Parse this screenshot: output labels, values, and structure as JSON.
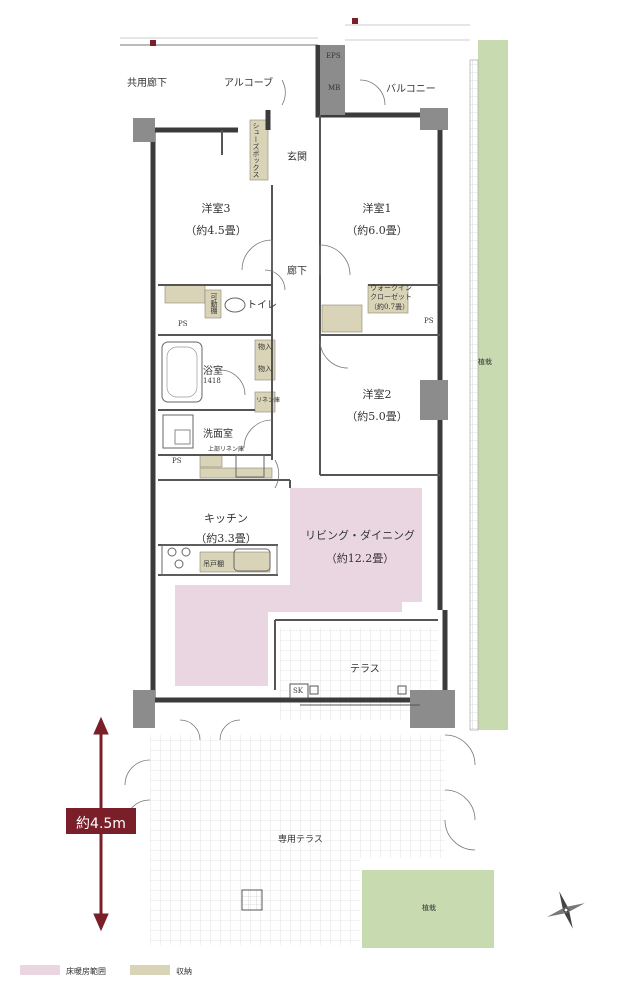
{
  "rooms": {
    "shared_corridor": "共用廊下",
    "alcove": "アルコーブ",
    "eps": "EPS",
    "mb": "MB",
    "balcony": "バルコニー",
    "shoe_box": "シューズボックス",
    "entrance": "玄関",
    "western3": "洋室3",
    "western3_size": "（約4.5畳）",
    "western1": "洋室1",
    "western1_size": "（約6.0畳）",
    "corridor": "廊下",
    "walk_in_closet": "ウォークイン\nクローゼット",
    "walk_in_closet_size": "（約0.7畳）",
    "toilet": "トイレ",
    "ps": "PS",
    "bath": "浴室",
    "bath_size": "1418",
    "storage": "物入",
    "linen": "リネン庫",
    "hanger_pipe": "可動棚",
    "western2": "洋室2",
    "western2_size": "（約5.0畳）",
    "washroom": "洗面室",
    "upper_linen": "上部リネン庫",
    "kitchen": "キッチン",
    "kitchen_size": "（約3.3畳）",
    "kitchen_shelf": "吊戸棚",
    "living_dining": "リビング・ダイニング",
    "living_dining_size": "（約12.2畳）",
    "terrace": "テラス",
    "sk": "SK",
    "private_terrace": "専用テラス",
    "planting": "植栽",
    "planting2": "植栽"
  },
  "dimension": {
    "label": "約4.5m"
  },
  "legend": [
    {
      "label": "床暖房範囲",
      "color": "#ead6e0"
    },
    {
      "label": "収納",
      "color": "#d9d4b8"
    }
  ],
  "colors": {
    "wall": "#3b3b3b",
    "accent": "#7a1f2a",
    "green": "#c8dbb0",
    "floor_heating": "#ead6e0",
    "storage": "#d9d4b8"
  },
  "icons": {
    "compass": "compass-icon"
  }
}
